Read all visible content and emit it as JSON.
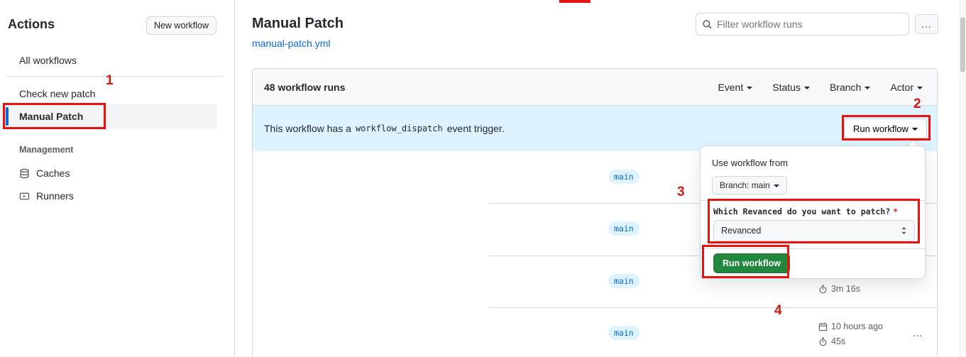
{
  "sidebar": {
    "title": "Actions",
    "new_workflow_button": "New workflow",
    "items": [
      {
        "label": "All workflows"
      },
      {
        "label": "Check new patch"
      },
      {
        "label": "Manual Patch"
      }
    ],
    "management": {
      "title": "Management",
      "items": [
        {
          "label": "Caches"
        },
        {
          "label": "Runners"
        }
      ]
    }
  },
  "header": {
    "title": "Manual Patch",
    "file_link": "manual-patch.yml",
    "search_placeholder": "Filter workflow runs",
    "more_button": "…"
  },
  "runs_panel": {
    "count_label": "48 workflow runs",
    "filters": [
      "Event",
      "Status",
      "Branch",
      "Actor"
    ],
    "banner": {
      "text_before": "This workflow has a",
      "code": "workflow_dispatch",
      "text_after": "event trigger.",
      "run_workflow_button": "Run workflow"
    },
    "rows": [
      {
        "branch": "main"
      },
      {
        "branch": "main"
      },
      {
        "branch": "main",
        "duration": "3m 16s"
      },
      {
        "branch": "main",
        "date": "10 hours ago",
        "duration": "45s",
        "kebab": "…"
      }
    ]
  },
  "popup": {
    "heading": "Use workflow from",
    "branch_selector": "Branch: main",
    "input_label": "Which Revanced do you want to patch?",
    "required_mark": "*",
    "select_value": "Revanced",
    "run_button": "Run workflow"
  },
  "annotations": {
    "step1": "1",
    "step2": "2",
    "step3": "3",
    "step4": "4"
  },
  "colors": {
    "accent_blue": "#0969da",
    "banner_bg": "#ddf4ff",
    "button_green": "#1f883d",
    "annotation_red": "#e8130f"
  }
}
